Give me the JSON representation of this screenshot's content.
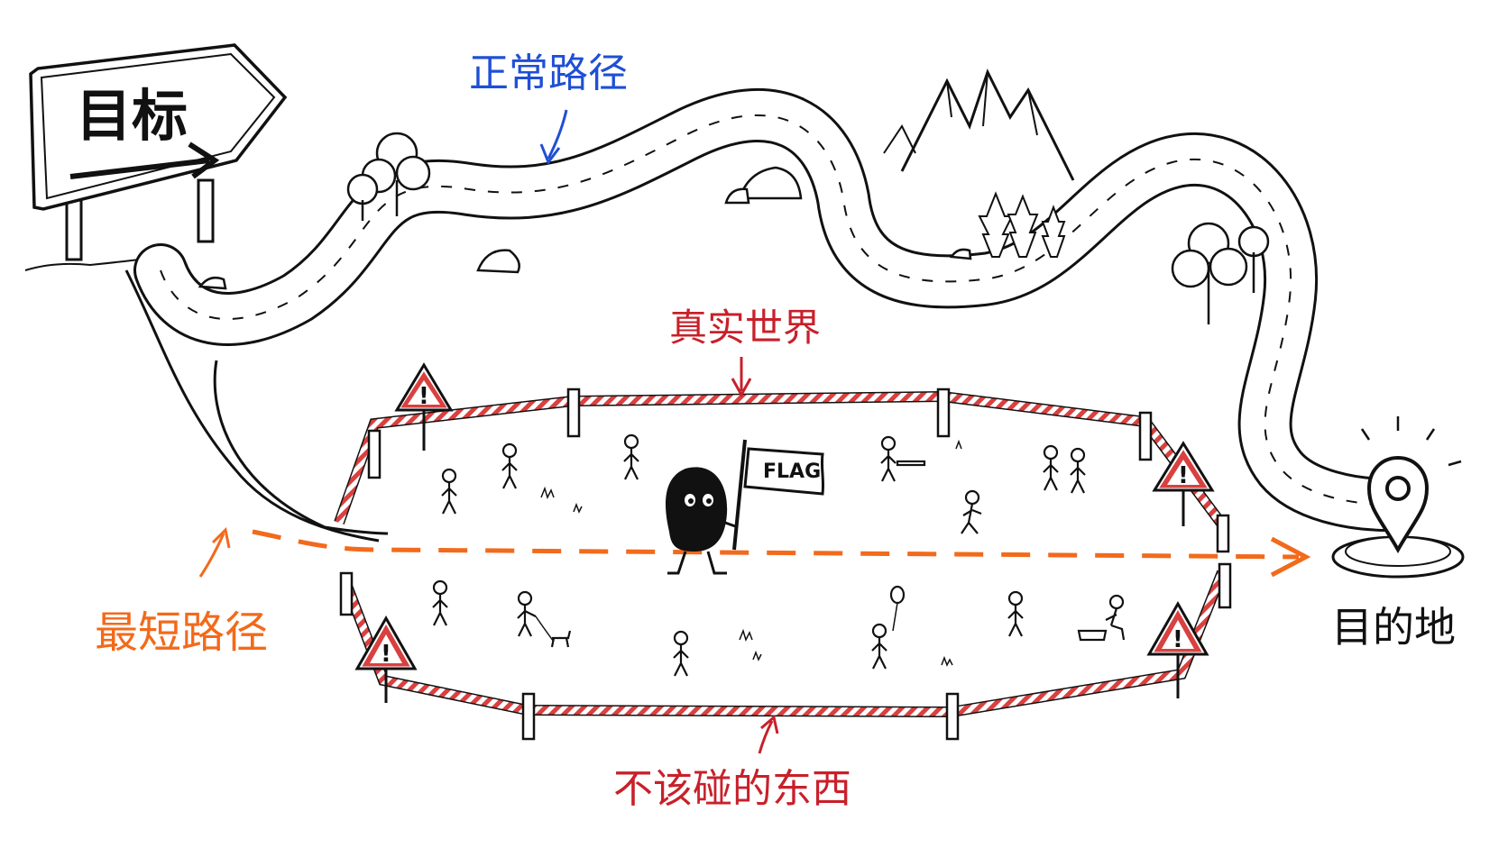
{
  "sign": {
    "text": "目标"
  },
  "labels": {
    "normal_path": "正常路径",
    "real_world": "真实世界",
    "shortest_path": "最短路径",
    "forbidden": "不该碰的东西",
    "destination": "目的地"
  },
  "flag": {
    "text": "FLAG"
  },
  "colors": {
    "normal_path": "#1f4fd6",
    "real_world": "#c8202a",
    "shortest_path": "#f26a1b",
    "forbidden": "#c8202a",
    "ink": "#111111",
    "tape_red": "#d94040"
  },
  "icons": [
    "signpost",
    "road",
    "mountain",
    "tree",
    "rock",
    "warning-sign",
    "fence-post",
    "stick-figure",
    "flag",
    "location-pin"
  ]
}
